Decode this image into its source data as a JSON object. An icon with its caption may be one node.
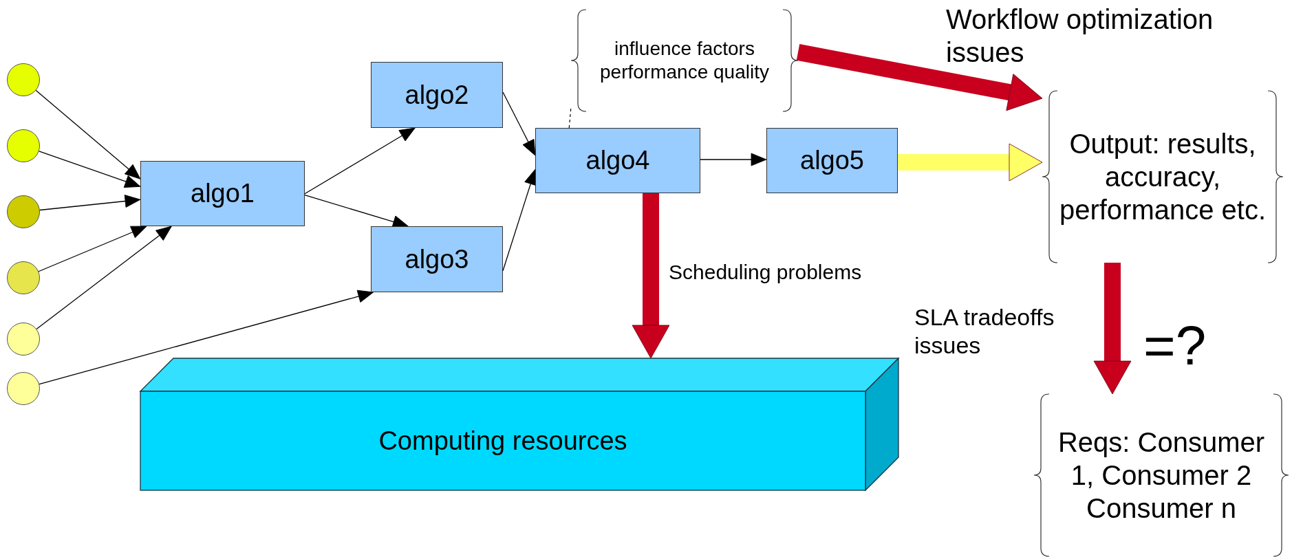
{
  "diagram": {
    "nodes": [
      {
        "text": [],
        "shape": "circle"
      },
      {
        "text": [],
        "shape": "circle"
      },
      {
        "text": [],
        "shape": "circle"
      },
      {
        "text": [],
        "shape": "circle"
      },
      {
        "text": [],
        "shape": "circle"
      },
      {
        "text": [],
        "shape": "circle"
      },
      {
        "text": [
          "algo1"
        ]
      },
      {
        "text": [
          "algo2"
        ]
      },
      {
        "text": [
          "algo3"
        ]
      },
      {
        "text": [
          "influence factors performance quality"
        ]
      },
      {
        "text": [
          "algo4"
        ]
      },
      {
        "text": [
          "algo5"
        ]
      },
      {
        "text": [
          "Output: results, accuracy, performance etc."
        ]
      },
      {
        "text": [
          "Reqs: Consumer 1, Consumer 2 Consumer n"
        ]
      },
      {
        "text": [
          "Computing resources"
        ]
      }
    ],
    "edges": [
      {
        "from": 0,
        "to": 6,
        "arrow": "to"
      },
      {
        "from": 1,
        "to": 6,
        "arrow": "to"
      },
      {
        "from": 2,
        "to": 6,
        "arrow": "to"
      },
      {
        "from": 3,
        "to": 6,
        "arrow": "to"
      },
      {
        "from": 4,
        "to": 6,
        "arrow": "to"
      },
      {
        "from": 5,
        "to": 8,
        "arrow": "to"
      },
      {
        "from": 6,
        "to": 7,
        "arrow": "to"
      },
      {
        "from": 6,
        "to": 8,
        "arrow": "to"
      },
      {
        "from": 7,
        "to": 10,
        "arrow": "to"
      },
      {
        "from": 8,
        "to": 10,
        "arrow": "to"
      },
      {
        "from": 10,
        "to": 11,
        "arrow": "to"
      },
      {
        "from": 10,
        "to": 9,
        "arrow": "none",
        "style": "dashed"
      },
      {
        "from": 9,
        "to": 12,
        "arrow": "to",
        "style": "thick",
        "color": "#c8001e"
      },
      {
        "from": 11,
        "to": 12,
        "arrow": "to",
        "style": "thick",
        "color": "#ffff66"
      },
      {
        "from": 10,
        "to": 14,
        "arrow": "to",
        "style": "thick",
        "color": "#c8001e"
      },
      {
        "from": 12,
        "to": 13,
        "arrow": "to",
        "style": "thick",
        "color": "#c8001e"
      }
    ],
    "labels": [
      "Workflow optimization issues",
      "Scheduling problems",
      "SLA tradeoffs issues",
      "=?"
    ]
  }
}
